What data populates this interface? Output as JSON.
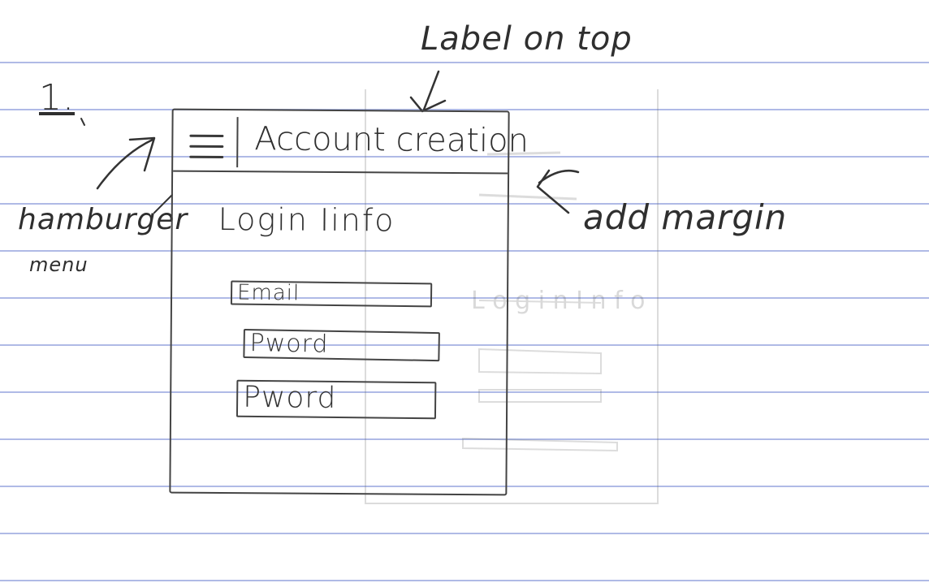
{
  "sketch": {
    "number": "1.",
    "header_title": "Account creation",
    "section_title": "Login Iinfo",
    "fields": [
      {
        "label": "Email"
      },
      {
        "label": "Pword"
      },
      {
        "label": "Pword"
      }
    ]
  },
  "annotations": {
    "label_on_top": "Label on top",
    "hamburger": "hamburger",
    "menu": "menu",
    "add_margin": "add margin"
  },
  "colors": {
    "ink": "#2f2f2f",
    "rule_lines": "#6e82d2"
  }
}
